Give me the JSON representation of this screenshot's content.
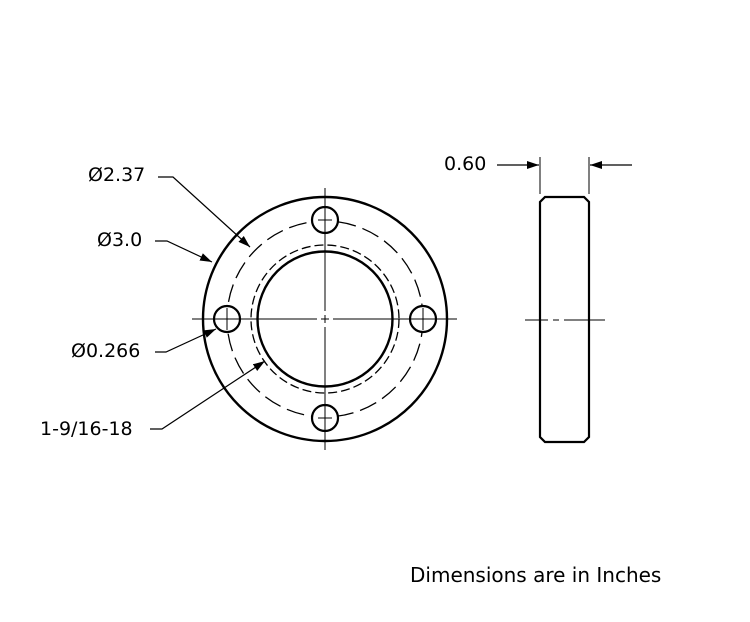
{
  "labels": {
    "bolt_circle_dia": "Ø2.37",
    "outer_dia": "Ø3.0",
    "hole_dia": "Ø0.266",
    "thread": "1-9/16-18",
    "thickness": "0.60"
  },
  "note": "Dimensions are in Inches"
}
